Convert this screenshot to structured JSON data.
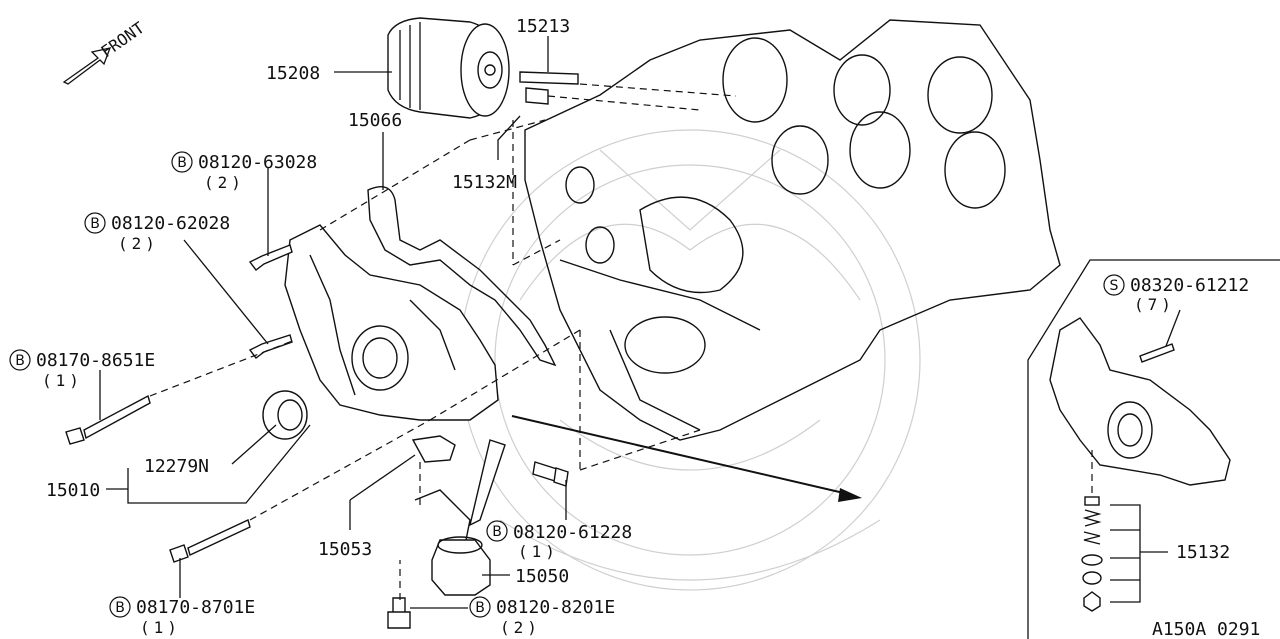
{
  "diagram": {
    "front_label": "FRONT",
    "code": "A150A 0291",
    "parts": {
      "oil_filter": "15208",
      "stud": "15213",
      "gasket_cover": "15066",
      "connector": "15132M",
      "oil_seal": "12279N",
      "oil_pump_assy": "15010",
      "gasket_strainer": "15053",
      "strainer": "15050",
      "relief_valve_set": "15132"
    },
    "fasteners": [
      {
        "mark": "B",
        "number": "08120-63028",
        "qty": "(2)"
      },
      {
        "mark": "B",
        "number": "08120-62028",
        "qty": "(2)"
      },
      {
        "mark": "B",
        "number": "08170-8651E",
        "qty": "(1)"
      },
      {
        "mark": "B",
        "number": "08120-61228",
        "qty": "(1)"
      },
      {
        "mark": "B",
        "number": "08170-8701E",
        "qty": "(1)"
      },
      {
        "mark": "B",
        "number": "08120-8201E",
        "qty": "(2)"
      },
      {
        "mark": "S",
        "number": "08320-61212",
        "qty": "(7)"
      }
    ]
  }
}
